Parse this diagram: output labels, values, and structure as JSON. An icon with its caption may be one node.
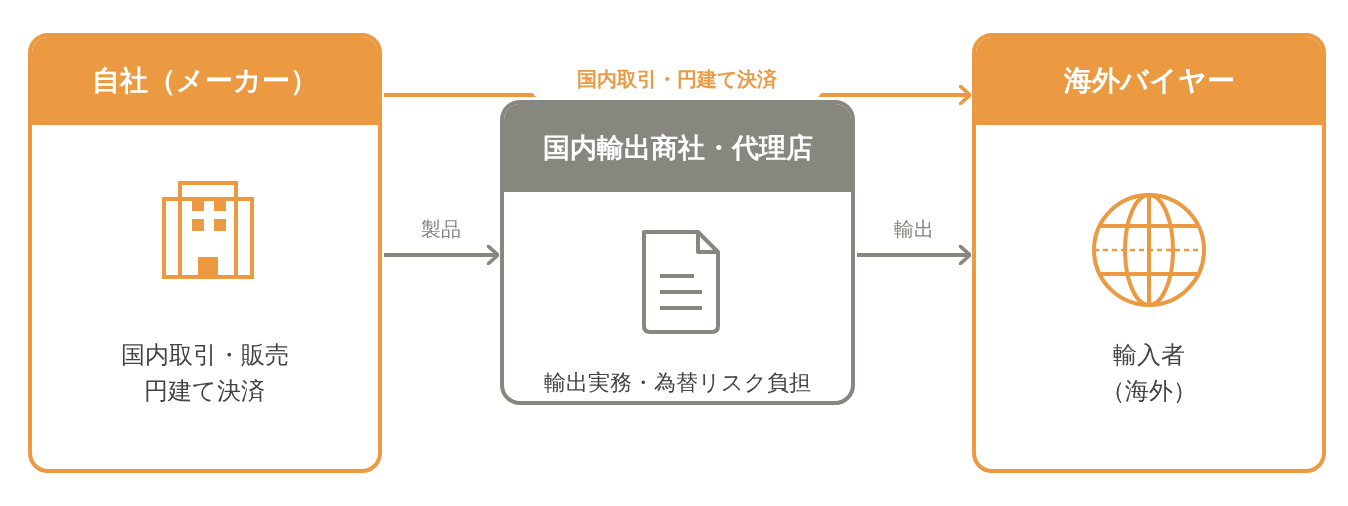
{
  "diagram": {
    "nodes": [
      {
        "text": [
          "自社（メーカー）",
          "国内取引・販売円建て決済"
        ]
      },
      {
        "text": [
          "国内輸出商社・代理店",
          "輸出実務・為替リスク負担"
        ]
      },
      {
        "text": [
          "海外バイヤー",
          "輸入者（海外）"
        ]
      }
    ],
    "edges": [
      {
        "from": 0,
        "to": 2,
        "arrow": "to",
        "label": "国内取引・円建て決済",
        "color": "#eb9a42"
      },
      {
        "from": 0,
        "to": 1,
        "arrow": "to",
        "label": "製品"
      },
      {
        "from": 1,
        "to": 2,
        "arrow": "to",
        "label": "輸出"
      }
    ]
  }
}
